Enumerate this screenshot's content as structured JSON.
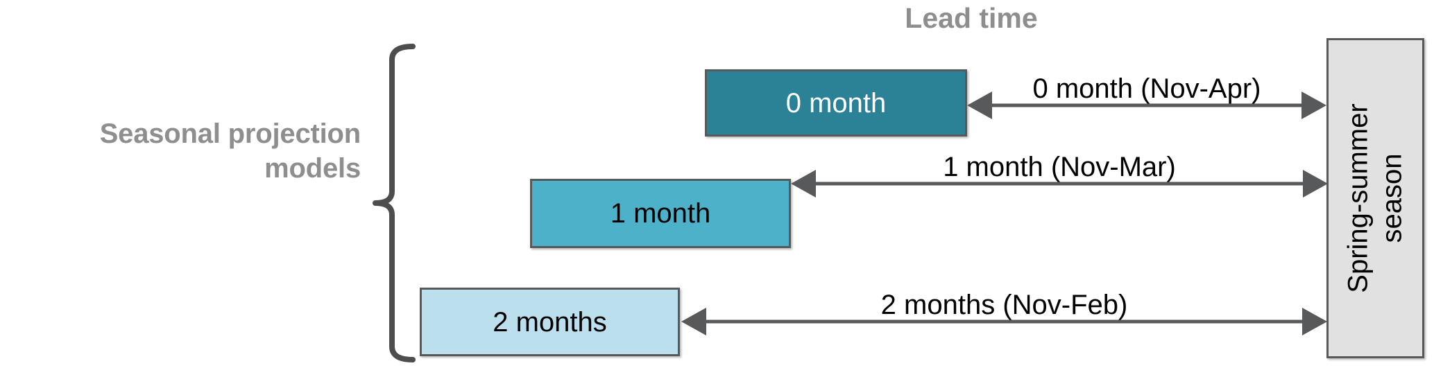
{
  "header": {
    "lead_time_title": "Lead time"
  },
  "group": {
    "label_line1": "Seasonal projection",
    "label_line2": "models",
    "brace_name": "left-curly-brace"
  },
  "models": [
    {
      "id": "box-0",
      "label": "0 month",
      "fill": "#2b8296",
      "text_color": "#ffffff",
      "border": "#58595b"
    },
    {
      "id": "box-1",
      "label": "1 month",
      "fill": "#4cb1c9",
      "text_color": "#000000",
      "border": "#58595b"
    },
    {
      "id": "box-2",
      "label": "2 months",
      "fill": "#bbdfec",
      "text_color": "#000000",
      "border": "#58595b"
    }
  ],
  "arrows": [
    {
      "id": "arrow-0",
      "label": "0 month (Nov-Apr)",
      "color": "#58595b",
      "double_headed": true
    },
    {
      "id": "arrow-1",
      "label": "1 month (Nov-Mar)",
      "color": "#58595b",
      "double_headed": true
    },
    {
      "id": "arrow-2",
      "label": "2 months (Nov-Feb)",
      "color": "#58595b",
      "double_headed": true
    }
  ],
  "season": {
    "line1": "Spring-summer",
    "line2": "season",
    "fill": "#e1e1e1",
    "border": "#58595b",
    "orientation": "vertical-bottom-to-top"
  },
  "colors": {
    "label_gray": "#8e8e8e",
    "outline_gray": "#58595b",
    "background": "#ffffff"
  }
}
